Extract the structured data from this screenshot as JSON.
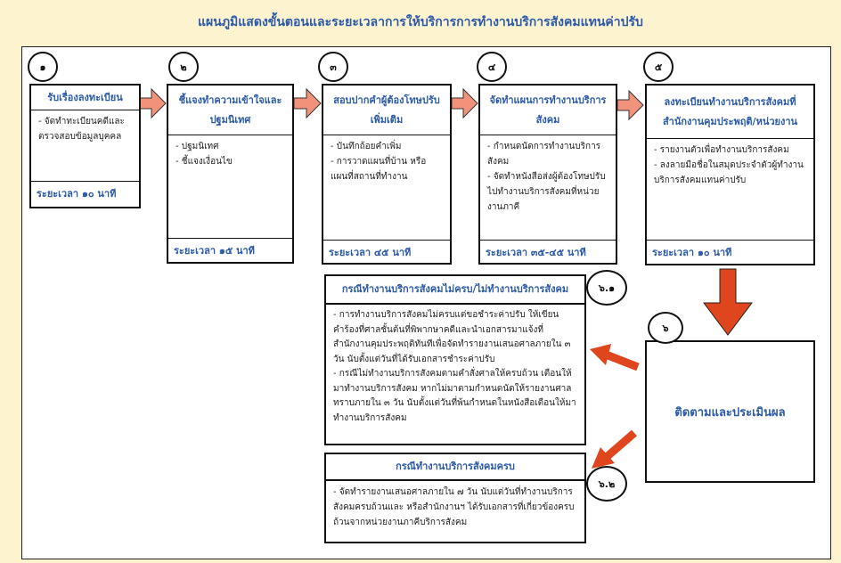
{
  "title": "แผนภูมิแสดงขั้นตอนและระยะเวลาการให้บริการการทำงานบริการสังคมแทนค่าปรับ",
  "steps": [
    {
      "number": "๑",
      "title": "รับเรื่องลงทะเบียน",
      "items": [
        "- จัดทำทะเบียนคดีและตรวจสอบข้อมูลบุคคล"
      ],
      "time": "ระยะเวลา ๑๐ นาที"
    },
    {
      "number": "๒",
      "title": "ชี้แจงทำความเข้าใจและปฐมนิเทศ",
      "items": [
        "- ปฐมนิเทศ",
        "- ชี้แจงเงื่อนไข"
      ],
      "time": "ระยะเวลา ๑๕ นาที"
    },
    {
      "number": "๓",
      "title": "สอบปากคำผู้ต้องโทษปรับเพิ่มเติม",
      "items": [
        "- บันทึกถ้อยคำเพิ่ม",
        "- การวาดแผนที่บ้าน หรือแผนที่สถานที่ทำงาน"
      ],
      "time": "ระยะเวลา ๔๕ นาที"
    },
    {
      "number": "๔",
      "title": "จัดทำแผนการทำงานบริการสังคม",
      "items": [
        "- กำหนดนัดการทำงานบริการสังคม",
        "- จัดทำหนังสือส่งผู้ต้องโทษปรับไปทำงานบริการสังคมที่หน่วยงานภาคี"
      ],
      "time": "ระยะเวลา ๓๕-๔๕ นาที"
    },
    {
      "number": "๕",
      "title": "ลงทะเบียนทำงานบริการสังคมที่สำนักงานคุมประพฤติ/หน่วยงาน",
      "items": [
        "- รายงานตัวเพื่อทำงานบริการสังคม",
        "- ลงลายมือชื่อในสมุดประจำตัวผู้ทำงานบริการสังคมแทนค่าปรับ"
      ],
      "time": "ระยะเวลา ๑๐ นาที"
    }
  ],
  "monitor": {
    "number": "๖",
    "label": "ติดตามและประเมินผล"
  },
  "case_incomplete": {
    "number": "๖.๑",
    "title": "กรณีทำงานบริการสังคมไม่ครบ/ไม่ทำงานบริการสังคม",
    "items": [
      "- การทำงานบริการสังคมไม่ครบแต่ขอชำระค่าปรับ ให้เขียนคำร้องที่ศาลชั้นต้นที่พิพากษาคดีและนำเอกสารมาแจ้งที่สำนักงานคุมประพฤติทันทีเพื่อจัดทำรายงานเสนอศาลภายใน ๓ วัน นับตั้งแต่วันที่ได้รับเอกสารชำระค่าปรับ",
      "- กรณีไม่ทำงานบริการสังคมตามคำสั่งศาลให้ครบถ้วน เตือนให้มาทำงานบริการสังคม หากไม่มาตามกำหนดนัดให้รายงานศาลทราบภายใน ๓ วัน นับตั้งแต่วันที่พ้นกำหนดในหนังสือเตือนให้มาทำงานบริการสังคม"
    ]
  },
  "case_complete": {
    "number": "๖.๒",
    "title": "กรณีทำงานบริการสังคมครบ",
    "items": [
      "- จัดทำรายงานเสนอศาลภายใน ๗ วัน นับแต่วันที่ทำงานบริการสังคมครบถ้วนและ หรือสำนักงานฯ ได้รับเอกสารที่เกี่ยวข้องครบถ้วนจากหน่วยงานภาคีบริการสังคม"
    ]
  },
  "colors": {
    "title": "#2c5aa8",
    "arrow_salmon": "#f0937a",
    "arrow_red": "#e0461e",
    "background": "#fdf3cf"
  }
}
